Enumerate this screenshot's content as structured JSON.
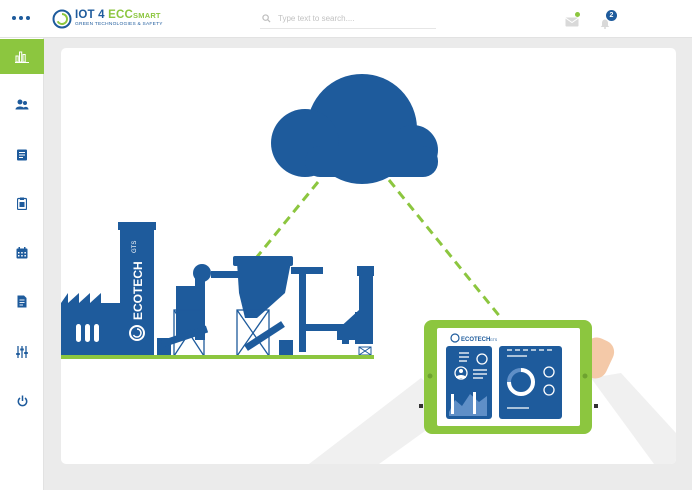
{
  "header": {
    "logo": {
      "name": "IOT4 ECCSMART",
      "prefix": "IOT 4 ",
      "brand_main": "ECC",
      "brand_small": "SMART",
      "tagline": "GREEN TECHNOLOGIES & SAFETY"
    },
    "search": {
      "placeholder": "Type text to search...."
    },
    "notifications": {
      "count": "2"
    }
  },
  "sidebar": {
    "items": [
      {
        "name": "dashboard",
        "icon": "bar-chart-icon",
        "active": true
      },
      {
        "name": "users",
        "icon": "users-icon"
      },
      {
        "name": "documents",
        "icon": "document-list-icon"
      },
      {
        "name": "clipboard",
        "icon": "clipboard-icon"
      },
      {
        "name": "calendar",
        "icon": "calendar-icon"
      },
      {
        "name": "reports",
        "icon": "report-icon"
      },
      {
        "name": "settings",
        "icon": "sliders-icon"
      },
      {
        "name": "logout",
        "icon": "power-icon"
      }
    ]
  },
  "illustration": {
    "factory_brand": "ECOTECH",
    "factory_brand_sub": "GTS",
    "tablet_brand": "ECOTECH",
    "tablet_brand_sub": "GTS"
  },
  "colors": {
    "brand_blue": "#1e5b9c",
    "brand_green": "#8cc63f",
    "background": "#ebebeb"
  }
}
